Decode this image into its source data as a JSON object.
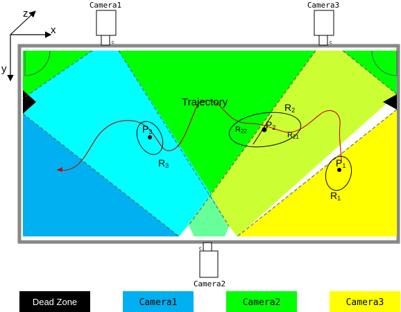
{
  "axes": {
    "x": "x",
    "y": "y",
    "z": "z"
  },
  "cameras": {
    "c1": "Camera1",
    "c2": "Camera2",
    "c3": "Camera3"
  },
  "labels": {
    "trajectory": "Trajectory",
    "p1": "P",
    "p1_sub": "1",
    "p2": "P",
    "p2_sub": "2",
    "p3": "P",
    "p3_sub": "3",
    "r1": "R",
    "r1_sub": "1",
    "r2": "R",
    "r2_sub": "2",
    "r3": "R",
    "r3_sub": "3",
    "r21": "R",
    "r21_sub": "21",
    "r22": "R",
    "r22_sub": "22"
  },
  "legend": {
    "dead": "Dead Zone",
    "cam1": "Camera1",
    "cam2": "Camera2",
    "cam3": "Camera3"
  },
  "colors": {
    "camera1_only": "#00b0f0",
    "camera1_overlap_2": "#00ffff",
    "camera2_only": "#00ff00",
    "camera2_overlap_3": "#ccff33",
    "camera3_only": "#ffff00",
    "camera23_overlap_bottom": "#66ff99",
    "dead_zone": "#000000",
    "frame": "#808080",
    "trajectory": "#cc0000",
    "legend_dead": "#000000",
    "legend_cam1": "#00b0f0",
    "legend_cam2": "#00ff00",
    "legend_cam3": "#ffff00"
  }
}
